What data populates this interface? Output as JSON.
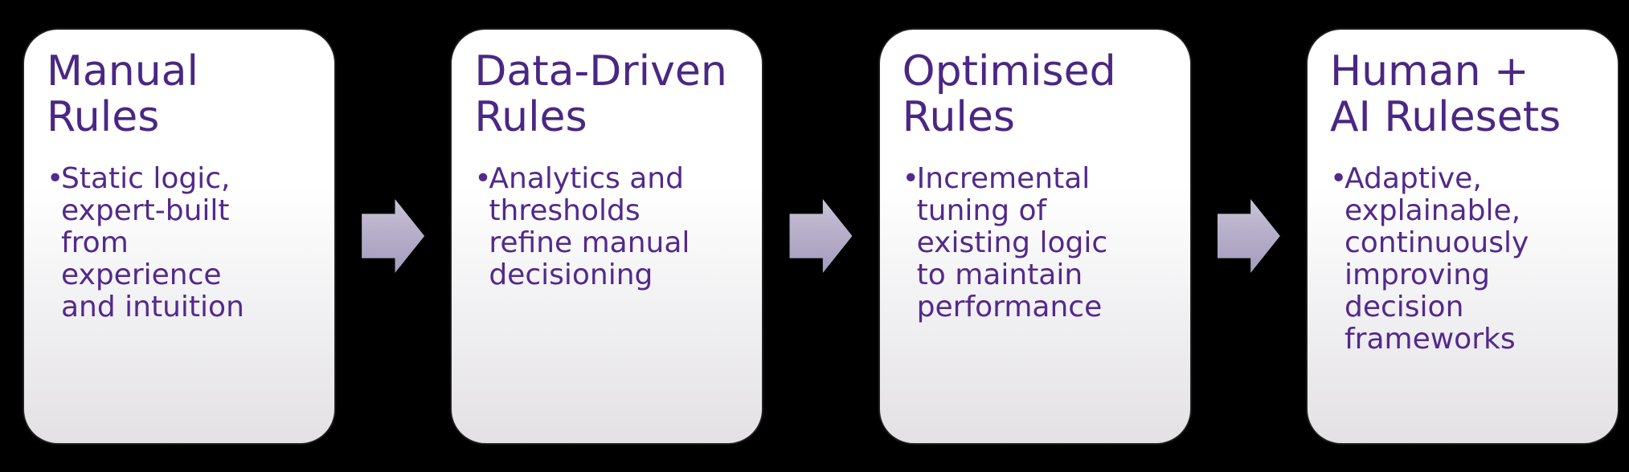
{
  "diagram": {
    "background_color": "#000000",
    "title_color": "#4a2784",
    "body_color": "#53298c",
    "arrow_color_top": "#c9c3d6",
    "arrow_color_bottom": "#a49cbd",
    "card_top_color": "#ffffff",
    "card_bottom_color": "#e3e1e3",
    "bullet_glyph": "•",
    "cards": [
      {
        "title_line1": "Manual",
        "title_line2": "Rules",
        "bullet": "Static logic, expert-built from experience and intuition"
      },
      {
        "title_line1": "Data-Driven",
        "title_line2": "Rules",
        "bullet": "Analytics and thresholds refine manual decisioning"
      },
      {
        "title_line1": "Optimised",
        "title_line2": "Rules",
        "bullet": "Incremental tuning of existing logic to maintain performance"
      },
      {
        "title_line1": "Human +",
        "title_line2": "AI Rulesets",
        "bullet": "Adaptive, explainable, continuously improving decision frameworks"
      }
    ]
  }
}
